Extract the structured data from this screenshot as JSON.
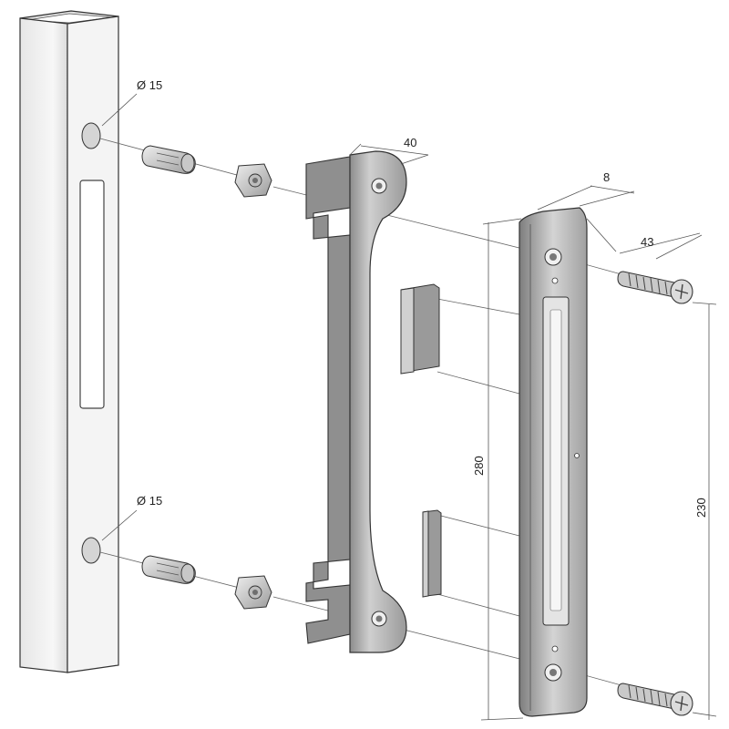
{
  "dimensions": {
    "hole_top": "Ø 15",
    "hole_bottom": "Ø 15",
    "plate_width": "40",
    "strike_thickness": "8",
    "screw_offset": "43",
    "strike_height": "280",
    "screw_spacing": "230"
  },
  "colors": {
    "metal_light": "#d9d9d9",
    "metal_mid": "#a9a9a9",
    "metal_dark": "#7a7a7a",
    "post": "#f2f2f2"
  }
}
